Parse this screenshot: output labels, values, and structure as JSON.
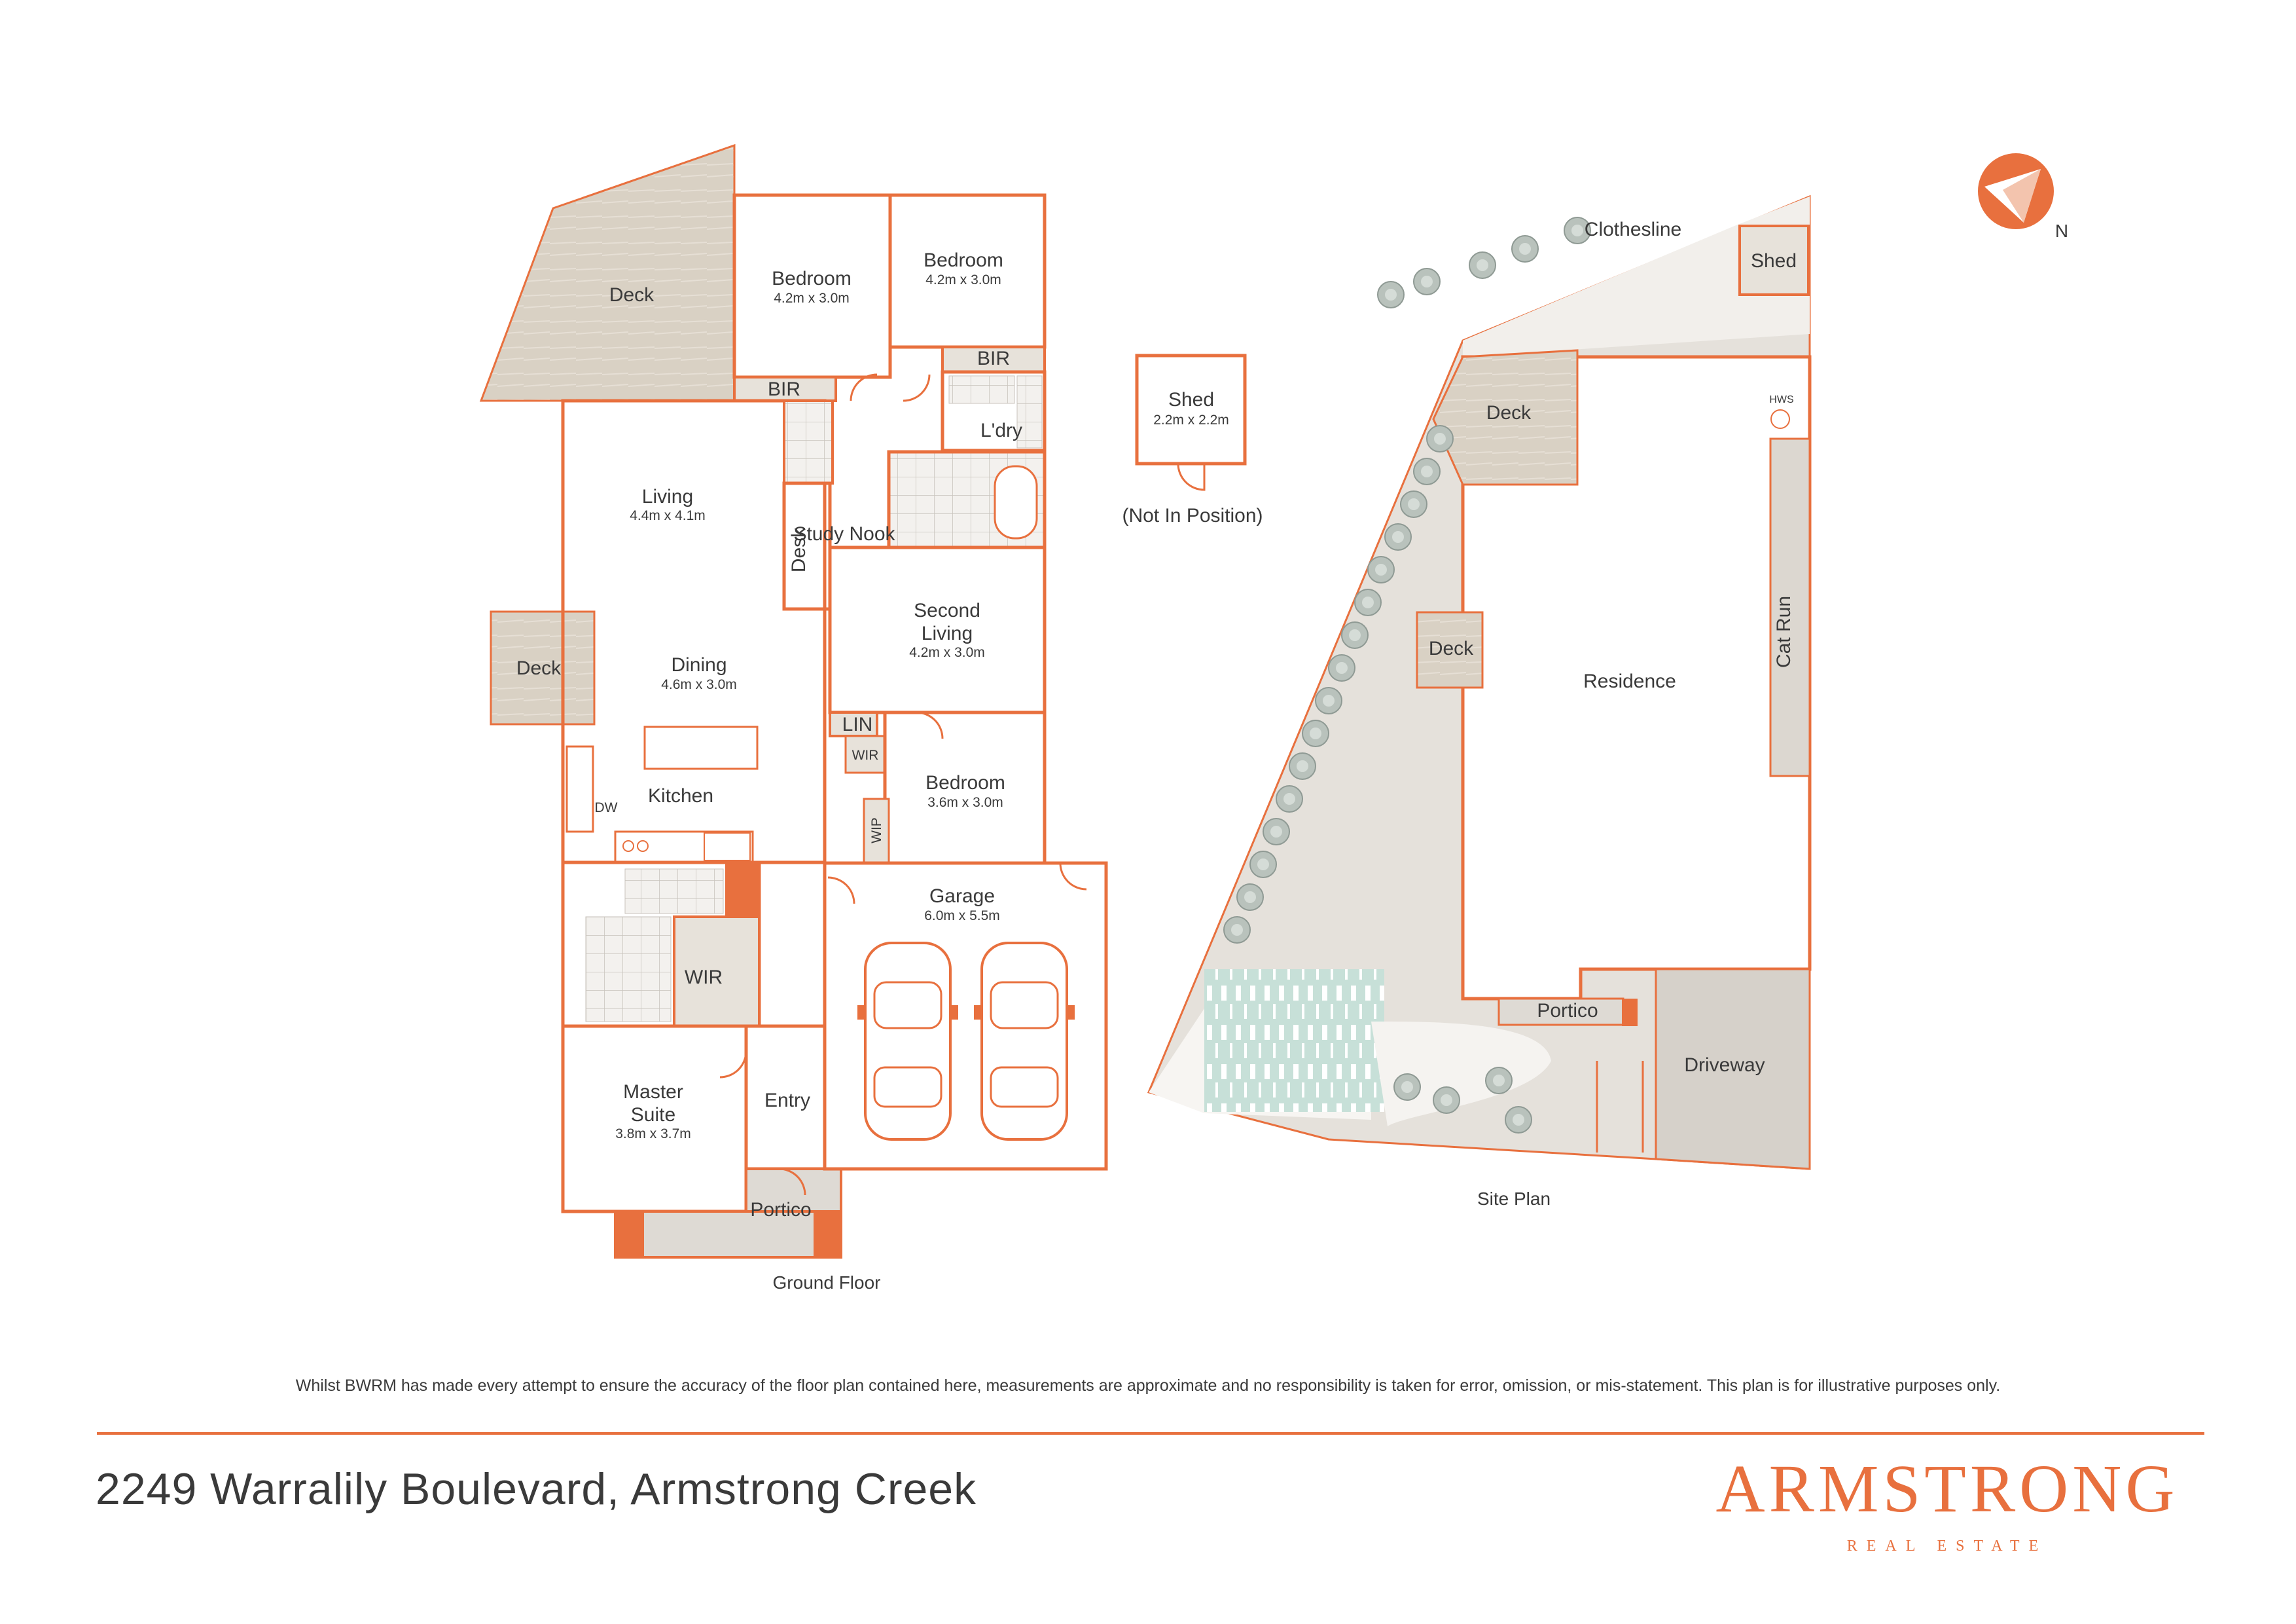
{
  "floor_plan": {
    "caption": "Ground Floor",
    "rooms": {
      "deck_top": {
        "name": "Deck"
      },
      "bedroom_1": {
        "name": "Bedroom",
        "dim": "4.2m x 3.0m"
      },
      "bedroom_2": {
        "name": "Bedroom",
        "dim": "4.2m x 3.0m"
      },
      "bir_1": {
        "name": "BIR"
      },
      "bir_2": {
        "name": "BIR"
      },
      "laundry": {
        "name": "L'dry"
      },
      "living": {
        "name": "Living",
        "dim": "4.4m x 4.1m"
      },
      "desk": {
        "name": "Desk"
      },
      "study": {
        "name": "Study Nook"
      },
      "second_living_1": {
        "name": "Second"
      },
      "second_living_2": {
        "name": "Living"
      },
      "second_living_dim": {
        "dim": "4.2m x 3.0m"
      },
      "deck_side": {
        "name": "Deck"
      },
      "dining": {
        "name": "Dining",
        "dim": "4.6m x 3.0m"
      },
      "lin": {
        "name": "LIN"
      },
      "wir_small": {
        "name": "WIR"
      },
      "bedroom_3": {
        "name": "Bedroom",
        "dim": "3.6m x 3.0m"
      },
      "kitchen": {
        "name": "Kitchen"
      },
      "dw": {
        "name": "DW"
      },
      "wip": {
        "name": "WIP"
      },
      "garage": {
        "name": "Garage",
        "dim": "6.0m x 5.5m"
      },
      "wir_master": {
        "name": "WIR"
      },
      "master_1": {
        "name": "Master"
      },
      "master_2": {
        "name": "Suite"
      },
      "master_dim": {
        "dim": "3.8m x 3.7m"
      },
      "entry": {
        "name": "Entry"
      },
      "portico": {
        "name": "Portico"
      }
    }
  },
  "detached_shed": {
    "name": "Shed",
    "dim": "2.2m x 2.2m",
    "note": "(Not In Position)"
  },
  "site_plan": {
    "caption": "Site Plan",
    "labels": {
      "clothesline": "Clothesline",
      "shed": "Shed",
      "hws": "HWS",
      "deck_top": "Deck",
      "deck_side": "Deck",
      "residence": "Residence",
      "cat_run": "Cat Run",
      "portico": "Portico",
      "driveway": "Driveway"
    },
    "north_label": "N"
  },
  "footer": {
    "disclaimer": "Whilst BWRM  has made every attempt to ensure the accuracy of the floor plan contained here, measurements are approximate and no responsibility is taken for error, omission, or mis-statement. This plan is for illustrative purposes only.",
    "address": "2249 Warralily Boulevard, Armstrong Creek",
    "brand": "ARMSTRONG",
    "brand_sub": "REAL ESTATE"
  },
  "colors": {
    "accent": "#e8703e",
    "deck": "#d8cfc2",
    "concrete": "#dedad4",
    "text": "#3a3a3a"
  }
}
